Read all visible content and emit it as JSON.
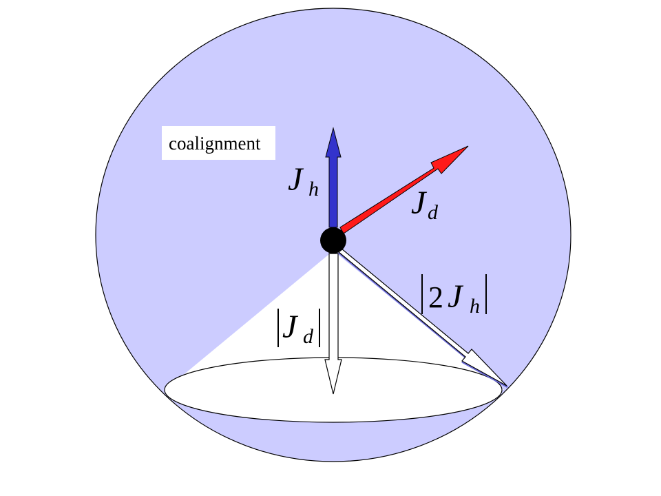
{
  "diagram": {
    "box_label": "coalignment",
    "labels": {
      "Jh": {
        "symbol": "J",
        "subscript": "h"
      },
      "Jd": {
        "symbol": "J",
        "subscript": "d"
      },
      "abs_2Jh": {
        "coefficient": "2",
        "symbol": "J",
        "subscript": "h"
      },
      "abs_Jd": {
        "symbol": "J",
        "subscript": "d"
      }
    },
    "colors": {
      "sphere_fill": "#ccccff",
      "cone_fill": "#ffffff",
      "Jh_arrow": "#3333cc",
      "Jd_arrow": "#ff1a1a",
      "hollow_arrow": "#ffffff",
      "center_dot": "#000000"
    }
  }
}
